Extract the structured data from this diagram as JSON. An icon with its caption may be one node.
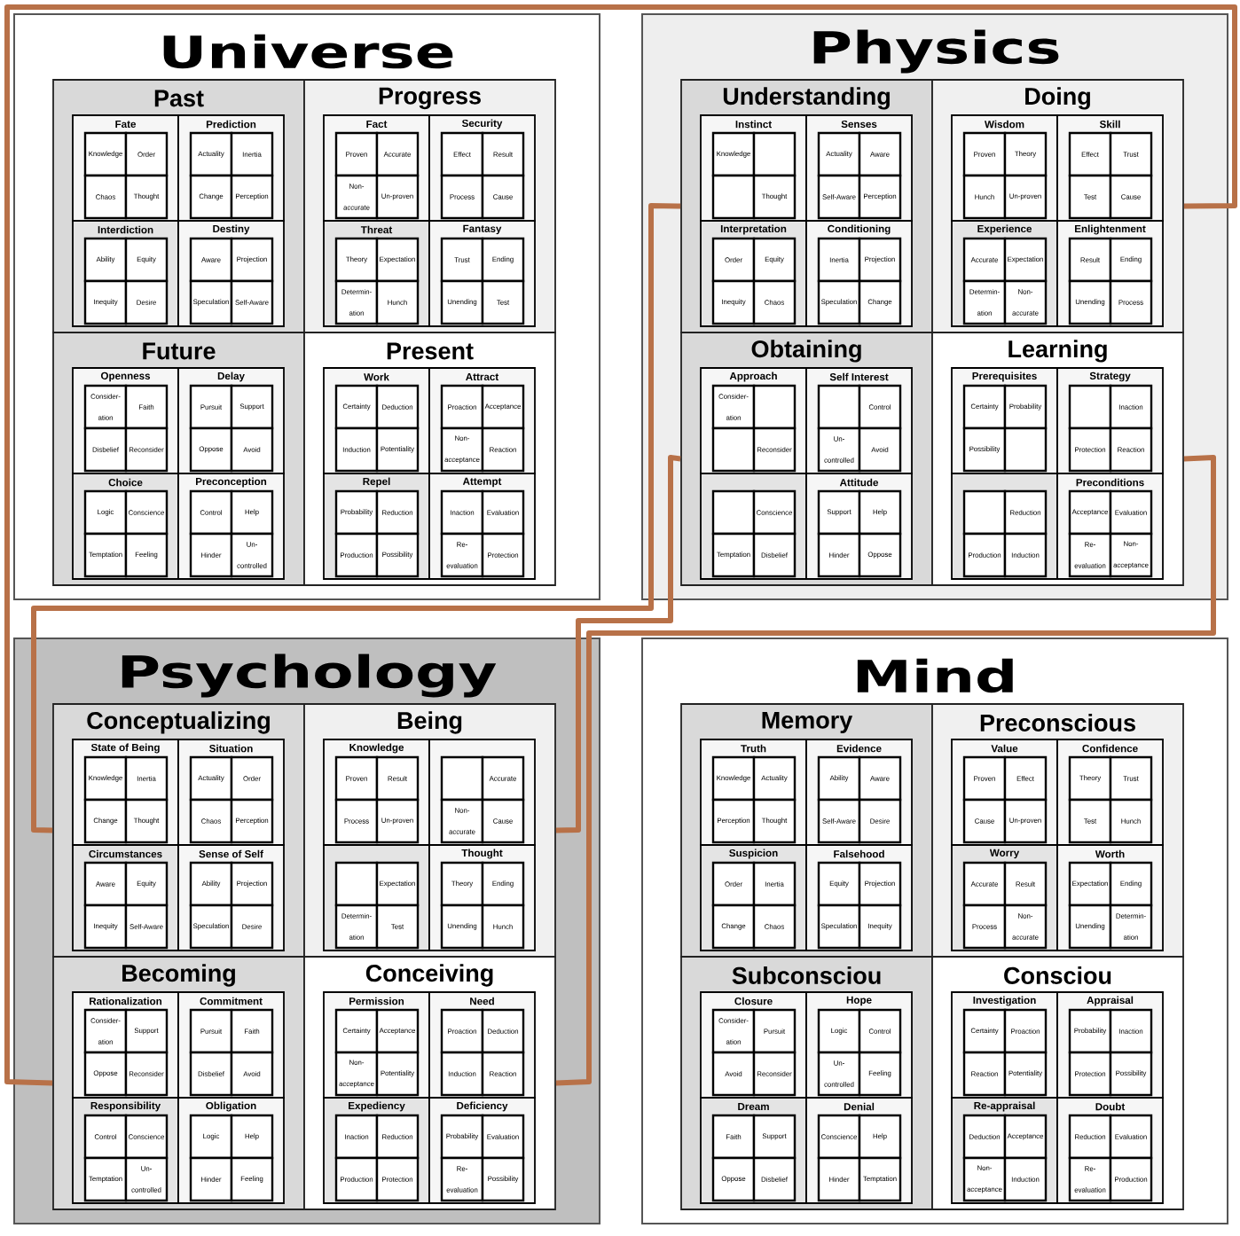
{
  "diagram": {
    "nodes": [
      {
        "text": [
          "Universe"
        ]
      },
      {
        "text": [
          "Past"
        ],
        "in": 0
      },
      {
        "text": [
          "Fate"
        ],
        "in": 1
      },
      {
        "text": [
          "Knowledge"
        ],
        "in": 2
      },
      {
        "text": [
          "Order"
        ],
        "in": 2
      },
      {
        "text": [
          "Chaos"
        ],
        "in": 2
      },
      {
        "text": [
          "Thought"
        ],
        "in": 2
      },
      {
        "text": [
          "Prediction"
        ],
        "in": 1
      },
      {
        "text": [
          "Actuality"
        ],
        "in": 7
      },
      {
        "text": [
          "Inertia"
        ],
        "in": 7
      },
      {
        "text": [
          "Change"
        ],
        "in": 7
      },
      {
        "text": [
          "Perception"
        ],
        "in": 7
      },
      {
        "text": [
          "Interdiction"
        ],
        "in": 1
      },
      {
        "text": [
          "Ability"
        ],
        "in": 12
      },
      {
        "text": [
          "Equity"
        ],
        "in": 12
      },
      {
        "text": [
          "Inequity"
        ],
        "in": 12
      },
      {
        "text": [
          "Desire"
        ],
        "in": 12
      },
      {
        "text": [
          "Destiny"
        ],
        "in": 1
      },
      {
        "text": [
          "Aware"
        ],
        "in": 17
      },
      {
        "text": [
          "Projection"
        ],
        "in": 17
      },
      {
        "text": [
          "Speculation"
        ],
        "in": 17
      },
      {
        "text": [
          "Self-Aware"
        ],
        "in": 17
      },
      {
        "text": [
          "Progress"
        ],
        "in": 0
      },
      {
        "text": [
          "Fact"
        ],
        "in": 22
      },
      {
        "text": [
          "Proven"
        ],
        "in": 23
      },
      {
        "text": [
          "Accurate"
        ],
        "in": 23
      },
      {
        "text": [
          "Non-accurate"
        ],
        "in": 23
      },
      {
        "text": [
          "Un-proven"
        ],
        "in": 23
      },
      {
        "text": [
          "Security"
        ],
        "in": 22
      },
      {
        "text": [
          "Effect"
        ],
        "in": 28
      },
      {
        "text": [
          "Result"
        ],
        "in": 28
      },
      {
        "text": [
          "Process"
        ],
        "in": 28
      },
      {
        "text": [
          "Cause"
        ],
        "in": 28
      },
      {
        "text": [
          "Threat"
        ],
        "in": 22
      },
      {
        "text": [
          "Theory"
        ],
        "in": 33
      },
      {
        "text": [
          "Expectation"
        ],
        "in": 33
      },
      {
        "text": [
          "Determin-ation"
        ],
        "in": 33
      },
      {
        "text": [
          "Hunch"
        ],
        "in": 33
      },
      {
        "text": [
          "Fantasy"
        ],
        "in": 22
      },
      {
        "text": [
          "Trust"
        ],
        "in": 38
      },
      {
        "text": [
          "Ending"
        ],
        "in": 38
      },
      {
        "text": [
          "Unending"
        ],
        "in": 38
      },
      {
        "text": [
          "Test"
        ],
        "in": 38
      },
      {
        "text": [
          "Future"
        ],
        "in": 0
      },
      {
        "text": [
          "Openness"
        ],
        "in": 43
      },
      {
        "text": [
          "Consider-ation"
        ],
        "in": 44
      },
      {
        "text": [
          "Faith"
        ],
        "in": 44
      },
      {
        "text": [
          "Disbelief"
        ],
        "in": 44
      },
      {
        "text": [
          "Reconsider"
        ],
        "in": 44
      },
      {
        "text": [
          "Delay"
        ],
        "in": 43
      },
      {
        "text": [
          "Pursuit"
        ],
        "in": 49
      },
      {
        "text": [
          "Support"
        ],
        "in": 49
      },
      {
        "text": [
          "Oppose"
        ],
        "in": 49
      },
      {
        "text": [
          "Avoid"
        ],
        "in": 49
      },
      {
        "text": [
          "Choice"
        ],
        "in": 43
      },
      {
        "text": [
          "Logic"
        ],
        "in": 54
      },
      {
        "text": [
          "Conscience"
        ],
        "in": 54
      },
      {
        "text": [
          "Temptation"
        ],
        "in": 54
      },
      {
        "text": [
          "Feeling"
        ],
        "in": 54
      },
      {
        "text": [
          "Preconception"
        ],
        "in": 43
      },
      {
        "text": [
          "Control"
        ],
        "in": 59
      },
      {
        "text": [
          "Help"
        ],
        "in": 59
      },
      {
        "text": [
          "Hinder"
        ],
        "in": 59
      },
      {
        "text": [
          "Un-controlled"
        ],
        "in": 59
      },
      {
        "text": [
          "Present"
        ],
        "in": 0
      },
      {
        "text": [
          "Work"
        ],
        "in": 64
      },
      {
        "text": [
          "Certainty"
        ],
        "in": 65
      },
      {
        "text": [
          "Deduction"
        ],
        "in": 65
      },
      {
        "text": [
          "Induction"
        ],
        "in": 65
      },
      {
        "text": [
          "Potentiality"
        ],
        "in": 65
      },
      {
        "text": [
          "Attract"
        ],
        "in": 64
      },
      {
        "text": [
          "Proaction"
        ],
        "in": 70
      },
      {
        "text": [
          "Acceptance"
        ],
        "in": 70
      },
      {
        "text": [
          "Non-acceptance"
        ],
        "in": 70
      },
      {
        "text": [
          "Reaction"
        ],
        "in": 70
      },
      {
        "text": [
          "Repel"
        ],
        "in": 64
      },
      {
        "text": [
          "Probability"
        ],
        "in": 75
      },
      {
        "text": [
          "Reduction"
        ],
        "in": 75
      },
      {
        "text": [
          "Production"
        ],
        "in": 75
      },
      {
        "text": [
          "Possibility"
        ],
        "in": 75
      },
      {
        "text": [
          "Attempt"
        ],
        "in": 64
      },
      {
        "text": [
          "Inaction"
        ],
        "in": 80
      },
      {
        "text": [
          "Evaluation"
        ],
        "in": 80
      },
      {
        "text": [
          "Re-evaluation"
        ],
        "in": 80
      },
      {
        "text": [
          "Protection"
        ],
        "in": 80
      },
      {
        "text": [
          "Physics"
        ]
      },
      {
        "text": [
          "Understanding"
        ],
        "in": 85
      },
      {
        "text": [
          "Instinct"
        ],
        "in": 86
      },
      {
        "text": [
          "Knowledge"
        ],
        "in": 87
      },
      {
        "text": [],
        "shape": "box",
        "in": 87
      },
      {
        "text": [],
        "shape": "box",
        "in": 87
      },
      {
        "text": [
          "Thought"
        ],
        "in": 87
      },
      {
        "text": [
          "Senses"
        ],
        "in": 86
      },
      {
        "text": [
          "Actuality"
        ],
        "in": 92
      },
      {
        "text": [
          "Aware"
        ],
        "in": 92
      },
      {
        "text": [
          "Self-Aware"
        ],
        "in": 92
      },
      {
        "text": [
          "Perception"
        ],
        "in": 92
      },
      {
        "text": [
          "Interpretation"
        ],
        "in": 86
      },
      {
        "text": [
          "Order"
        ],
        "in": 97
      },
      {
        "text": [
          "Equity"
        ],
        "in": 97
      },
      {
        "text": [
          "Inequity"
        ],
        "in": 97
      },
      {
        "text": [
          "Chaos"
        ],
        "in": 97
      },
      {
        "text": [
          "Conditioning"
        ],
        "in": 86
      },
      {
        "text": [
          "Inertia"
        ],
        "in": 102
      },
      {
        "text": [
          "Projection"
        ],
        "in": 102
      },
      {
        "text": [
          "Speculation"
        ],
        "in": 102
      },
      {
        "text": [
          "Change"
        ],
        "in": 102
      },
      {
        "text": [
          "Doing"
        ],
        "in": 85
      },
      {
        "text": [
          "Wisdom"
        ],
        "in": 107
      },
      {
        "text": [
          "Proven"
        ],
        "in": 108
      },
      {
        "text": [
          "Theory"
        ],
        "in": 108
      },
      {
        "text": [
          "Hunch"
        ],
        "in": 108
      },
      {
        "text": [
          "Un-proven"
        ],
        "in": 108
      },
      {
        "text": [
          "Skill"
        ],
        "in": 107
      },
      {
        "text": [
          "Effect"
        ],
        "in": 113
      },
      {
        "text": [
          "Trust"
        ],
        "in": 113
      },
      {
        "text": [
          "Test"
        ],
        "in": 113
      },
      {
        "text": [
          "Cause"
        ],
        "in": 113
      },
      {
        "text": [
          "Experience"
        ],
        "in": 107
      },
      {
        "text": [
          "Accurate"
        ],
        "in": 118
      },
      {
        "text": [
          "Expectation"
        ],
        "in": 118
      },
      {
        "text": [
          "Determin-ation"
        ],
        "in": 118
      },
      {
        "text": [
          "Non-accurate"
        ],
        "in": 118
      },
      {
        "text": [
          "Enlightenment"
        ],
        "in": 107
      },
      {
        "text": [
          "Result"
        ],
        "in": 123
      },
      {
        "text": [
          "Ending"
        ],
        "in": 123
      },
      {
        "text": [
          "Unending"
        ],
        "in": 123
      },
      {
        "text": [
          "Process"
        ],
        "in": 123
      },
      {
        "text": [
          "Obtaining"
        ],
        "in": 85
      },
      {
        "text": [
          "Approach"
        ],
        "in": 128
      },
      {
        "text": [
          "Consider-ation"
        ],
        "in": 129
      },
      {
        "text": [],
        "shape": "box",
        "in": 129
      },
      {
        "text": [],
        "shape": "box",
        "in": 129
      },
      {
        "text": [
          "Reconsider"
        ],
        "in": 129
      },
      {
        "text": [
          "Self Interest"
        ],
        "in": 128
      },
      {
        "text": [],
        "shape": "box",
        "in": 134
      },
      {
        "text": [
          "Control"
        ],
        "in": 134
      },
      {
        "text": [
          "Un-controlled"
        ],
        "in": 134
      },
      {
        "text": [
          "Avoid"
        ],
        "in": 134
      },
      {
        "text": [],
        "shape": "box",
        "in": 128
      },
      {
        "text": [],
        "shape": "box",
        "in": 139
      },
      {
        "text": [
          "Conscience"
        ],
        "in": 139
      },
      {
        "text": [
          "Temptation"
        ],
        "in": 139
      },
      {
        "text": [
          "Disbelief"
        ],
        "in": 139
      },
      {
        "text": [
          "Attitude"
        ],
        "in": 128
      },
      {
        "text": [
          "Support"
        ],
        "in": 144
      },
      {
        "text": [
          "Help"
        ],
        "in": 144
      },
      {
        "text": [
          "Hinder"
        ],
        "in": 144
      },
      {
        "text": [
          "Oppose"
        ],
        "in": 144
      },
      {
        "text": [
          "Learning"
        ],
        "in": 85
      },
      {
        "text": [
          "Prerequisites"
        ],
        "in": 149
      },
      {
        "text": [
          "Certainty"
        ],
        "in": 150
      },
      {
        "text": [
          "Probability"
        ],
        "in": 150
      },
      {
        "text": [
          "Possibility"
        ],
        "in": 150
      },
      {
        "text": [],
        "shape": "box",
        "in": 150
      },
      {
        "text": [
          "Strategy"
        ],
        "in": 149
      },
      {
        "text": [],
        "shape": "box",
        "in": 155
      },
      {
        "text": [
          "Inaction"
        ],
        "in": 155
      },
      {
        "text": [
          "Protection"
        ],
        "in": 155
      },
      {
        "text": [
          "Reaction"
        ],
        "in": 155
      },
      {
        "text": [],
        "shape": "box",
        "in": 149
      },
      {
        "text": [],
        "shape": "box",
        "in": 160
      },
      {
        "text": [
          "Reduction"
        ],
        "in": 160
      },
      {
        "text": [
          "Production"
        ],
        "in": 160
      },
      {
        "text": [
          "Induction"
        ],
        "in": 160
      },
      {
        "text": [
          "Preconditions"
        ],
        "in": 149
      },
      {
        "text": [
          "Acceptance"
        ],
        "in": 165
      },
      {
        "text": [
          "Evaluation"
        ],
        "in": 165
      },
      {
        "text": [
          "Re-evaluation"
        ],
        "in": 165
      },
      {
        "text": [
          "Non-acceptance"
        ],
        "in": 165
      },
      {
        "text": [
          "Psychology"
        ]
      },
      {
        "text": [
          "Conceptualizing"
        ],
        "in": 170
      },
      {
        "text": [
          "State of Being"
        ],
        "in": 171
      },
      {
        "text": [
          "Knowledge"
        ],
        "in": 172
      },
      {
        "text": [
          "Inertia"
        ],
        "in": 172
      },
      {
        "text": [
          "Change"
        ],
        "in": 172
      },
      {
        "text": [
          "Thought"
        ],
        "in": 172
      },
      {
        "text": [
          "Situation"
        ],
        "in": 171
      },
      {
        "text": [
          "Actuality"
        ],
        "in": 177
      },
      {
        "text": [
          "Order"
        ],
        "in": 177
      },
      {
        "text": [
          "Chaos"
        ],
        "in": 177
      },
      {
        "text": [
          "Perception"
        ],
        "in": 177
      },
      {
        "text": [
          "Circumstances"
        ],
        "in": 171
      },
      {
        "text": [
          "Aware"
        ],
        "in": 182
      },
      {
        "text": [
          "Equity"
        ],
        "in": 182
      },
      {
        "text": [
          "Inequity"
        ],
        "in": 182
      },
      {
        "text": [
          "Self-Aware"
        ],
        "in": 182
      },
      {
        "text": [
          "Sense of Self"
        ],
        "in": 171
      },
      {
        "text": [
          "Ability"
        ],
        "in": 187
      },
      {
        "text": [
          "Projection"
        ],
        "in": 187
      },
      {
        "text": [
          "Speculation"
        ],
        "in": 187
      },
      {
        "text": [
          "Desire"
        ],
        "in": 187
      },
      {
        "text": [
          "Being"
        ],
        "in": 170
      },
      {
        "text": [
          "Knowledge"
        ],
        "in": 192
      },
      {
        "text": [
          "Proven"
        ],
        "in": 193
      },
      {
        "text": [
          "Result"
        ],
        "in": 193
      },
      {
        "text": [
          "Process"
        ],
        "in": 193
      },
      {
        "text": [
          "Un-proven"
        ],
        "in": 193
      },
      {
        "text": [],
        "shape": "box",
        "in": 192
      },
      {
        "text": [],
        "shape": "box",
        "in": 198
      },
      {
        "text": [
          "Accurate"
        ],
        "in": 198
      },
      {
        "text": [
          "Non-accurate"
        ],
        "in": 198
      },
      {
        "text": [
          "Cause"
        ],
        "in": 198
      },
      {
        "text": [],
        "shape": "box",
        "in": 192
      },
      {
        "text": [],
        "shape": "box",
        "in": 203
      },
      {
        "text": [
          "Expectation"
        ],
        "in": 203
      },
      {
        "text": [
          "Determin-ation"
        ],
        "in": 203
      },
      {
        "text": [
          "Test"
        ],
        "in": 203
      },
      {
        "text": [
          "Thought"
        ],
        "in": 192
      },
      {
        "text": [
          "Theory"
        ],
        "in": 208
      },
      {
        "text": [
          "Ending"
        ],
        "in": 208
      },
      {
        "text": [
          "Unending"
        ],
        "in": 208
      },
      {
        "text": [
          "Hunch"
        ],
        "in": 208
      },
      {
        "text": [
          "Becoming"
        ],
        "in": 170
      },
      {
        "text": [
          "Rationalization"
        ],
        "in": 213
      },
      {
        "text": [
          "Consider-ation"
        ],
        "in": 214
      },
      {
        "text": [
          "Support"
        ],
        "in": 214
      },
      {
        "text": [
          "Oppose"
        ],
        "in": 214
      },
      {
        "text": [
          "Reconsider"
        ],
        "in": 214
      },
      {
        "text": [
          "Commitment"
        ],
        "in": 213
      },
      {
        "text": [
          "Pursuit"
        ],
        "in": 219
      },
      {
        "text": [
          "Faith"
        ],
        "in": 219
      },
      {
        "text": [
          "Disbelief"
        ],
        "in": 219
      },
      {
        "text": [
          "Avoid"
        ],
        "in": 219
      },
      {
        "text": [
          "Responsibility"
        ],
        "in": 213
      },
      {
        "text": [
          "Control"
        ],
        "in": 224
      },
      {
        "text": [
          "Conscience"
        ],
        "in": 224
      },
      {
        "text": [
          "Temptation"
        ],
        "in": 224
      },
      {
        "text": [
          "Un-controlled"
        ],
        "in": 224
      },
      {
        "text": [
          "Obligation"
        ],
        "in": 213
      },
      {
        "text": [
          "Logic"
        ],
        "in": 229
      },
      {
        "text": [
          "Help"
        ],
        "in": 229
      },
      {
        "text": [
          "Hinder"
        ],
        "in": 229
      },
      {
        "text": [
          "Feeling"
        ],
        "in": 229
      },
      {
        "text": [
          "Conceiving"
        ],
        "in": 170
      },
      {
        "text": [
          "Permission"
        ],
        "in": 234
      },
      {
        "text": [
          "Certainty"
        ],
        "in": 235
      },
      {
        "text": [
          "Acceptance"
        ],
        "in": 235
      },
      {
        "text": [
          "Non-acceptance"
        ],
        "in": 235
      },
      {
        "text": [
          "Potentiality"
        ],
        "in": 235
      },
      {
        "text": [
          "Need"
        ],
        "in": 234
      },
      {
        "text": [
          "Proaction"
        ],
        "in": 240
      },
      {
        "text": [
          "Deduction"
        ],
        "in": 240
      },
      {
        "text": [
          "Induction"
        ],
        "in": 240
      },
      {
        "text": [
          "Reaction"
        ],
        "in": 240
      },
      {
        "text": [
          "Expediency"
        ],
        "in": 234
      },
      {
        "text": [
          "Inaction"
        ],
        "in": 245
      },
      {
        "text": [
          "Reduction"
        ],
        "in": 245
      },
      {
        "text": [
          "Production"
        ],
        "in": 245
      },
      {
        "text": [
          "Protection"
        ],
        "in": 245
      },
      {
        "text": [
          "Deficiency"
        ],
        "in": 234
      },
      {
        "text": [
          "Probability"
        ],
        "in": 250
      },
      {
        "text": [
          "Evaluation"
        ],
        "in": 250
      },
      {
        "text": [
          "Re-evaluation"
        ],
        "in": 250
      },
      {
        "text": [
          "Possibility"
        ],
        "in": 250
      },
      {
        "text": [
          "Mind"
        ]
      },
      {
        "text": [
          "Memory"
        ],
        "in": 255
      },
      {
        "text": [
          "Truth"
        ],
        "in": 256
      },
      {
        "text": [
          "Knowledge"
        ],
        "in": 257
      },
      {
        "text": [
          "Actuality"
        ],
        "in": 257
      },
      {
        "text": [
          "Perception"
        ],
        "in": 257
      },
      {
        "text": [
          "Thought"
        ],
        "in": 257
      },
      {
        "text": [
          "Evidence"
        ],
        "in": 256
      },
      {
        "text": [
          "Ability"
        ],
        "in": 262
      },
      {
        "text": [
          "Aware"
        ],
        "in": 262
      },
      {
        "text": [
          "Self-Aware"
        ],
        "in": 262
      },
      {
        "text": [
          "Desire"
        ],
        "in": 262
      },
      {
        "text": [
          "Suspicion"
        ],
        "in": 256
      },
      {
        "text": [
          "Order"
        ],
        "in": 267
      },
      {
        "text": [
          "Inertia"
        ],
        "in": 267
      },
      {
        "text": [
          "Change"
        ],
        "in": 267
      },
      {
        "text": [
          "Chaos"
        ],
        "in": 267
      },
      {
        "text": [
          "Falsehood"
        ],
        "in": 256
      },
      {
        "text": [
          "Equity"
        ],
        "in": 272
      },
      {
        "text": [
          "Projection"
        ],
        "in": 272
      },
      {
        "text": [
          "Speculation"
        ],
        "in": 272
      },
      {
        "text": [
          "Inequity"
        ],
        "in": 272
      },
      {
        "text": [
          "Preconscious"
        ],
        "in": 255
      },
      {
        "text": [
          "Value"
        ],
        "in": 277
      },
      {
        "text": [
          "Proven"
        ],
        "in": 278
      },
      {
        "text": [
          "Effect"
        ],
        "in": 278
      },
      {
        "text": [
          "Cause"
        ],
        "in": 278
      },
      {
        "text": [
          "Un-proven"
        ],
        "in": 278
      },
      {
        "text": [
          "Confidence"
        ],
        "in": 277
      },
      {
        "text": [
          "Theory"
        ],
        "in": 283
      },
      {
        "text": [
          "Trust"
        ],
        "in": 283
      },
      {
        "text": [
          "Test"
        ],
        "in": 283
      },
      {
        "text": [
          "Hunch"
        ],
        "in": 283
      },
      {
        "text": [
          "Worry"
        ],
        "in": 277
      },
      {
        "text": [
          "Accurate"
        ],
        "in": 288
      },
      {
        "text": [
          "Result"
        ],
        "in": 288
      },
      {
        "text": [
          "Process"
        ],
        "in": 288
      },
      {
        "text": [
          "Non-accurate"
        ],
        "in": 288
      },
      {
        "text": [
          "Worth"
        ],
        "in": 277
      },
      {
        "text": [
          "Expectation"
        ],
        "in": 293
      },
      {
        "text": [
          "Ending"
        ],
        "in": 293
      },
      {
        "text": [
          "Unending"
        ],
        "in": 293
      },
      {
        "text": [
          "Determin-ation"
        ],
        "in": 293
      },
      {
        "text": [
          "Subconsciou"
        ],
        "in": 255
      },
      {
        "text": [
          "Closure"
        ],
        "in": 298
      },
      {
        "text": [
          "Consider-ation"
        ],
        "in": 299
      },
      {
        "text": [
          "Pursuit"
        ],
        "in": 299
      },
      {
        "text": [
          "Avoid"
        ],
        "in": 299
      },
      {
        "text": [
          "Reconsider"
        ],
        "in": 299
      },
      {
        "text": [
          "Hope"
        ],
        "in": 298
      },
      {
        "text": [
          "Logic"
        ],
        "in": 304
      },
      {
        "text": [
          "Control"
        ],
        "in": 304
      },
      {
        "text": [
          "Un-controlled"
        ],
        "in": 304
      },
      {
        "text": [
          "Feeling"
        ],
        "in": 304
      },
      {
        "text": [
          "Dream"
        ],
        "in": 298
      },
      {
        "text": [
          "Faith"
        ],
        "in": 309
      },
      {
        "text": [
          "Support"
        ],
        "in": 309
      },
      {
        "text": [
          "Oppose"
        ],
        "in": 309
      },
      {
        "text": [
          "Disbelief"
        ],
        "in": 309
      },
      {
        "text": [
          "Denial"
        ],
        "in": 298
      },
      {
        "text": [
          "Conscience"
        ],
        "in": 314
      },
      {
        "text": [
          "Help"
        ],
        "in": 314
      },
      {
        "text": [
          "Hinder"
        ],
        "in": 314
      },
      {
        "text": [
          "Temptation"
        ],
        "in": 314
      },
      {
        "text": [
          "Consciou"
        ],
        "in": 255
      },
      {
        "text": [
          "Investigation"
        ],
        "in": 319
      },
      {
        "text": [
          "Certainty"
        ],
        "in": 320
      },
      {
        "text": [
          "Proaction"
        ],
        "in": 320
      },
      {
        "text": [
          "Reaction"
        ],
        "in": 320
      },
      {
        "text": [
          "Potentiality"
        ],
        "in": 320
      },
      {
        "text": [
          "Appraisal"
        ],
        "in": 319
      },
      {
        "text": [
          "Probability"
        ],
        "in": 325
      },
      {
        "text": [
          "Inaction"
        ],
        "in": 325
      },
      {
        "text": [
          "Protection"
        ],
        "in": 325
      },
      {
        "text": [
          "Possibility"
        ],
        "in": 325
      },
      {
        "text": [
          "Re-appraisal"
        ],
        "in": 319
      },
      {
        "text": [
          "Deduction"
        ],
        "in": 330
      },
      {
        "text": [
          "Acceptance"
        ],
        "in": 330
      },
      {
        "text": [
          "Non-acceptance"
        ],
        "in": 330
      },
      {
        "text": [
          "Induction"
        ],
        "in": 330
      },
      {
        "text": [
          "Doubt"
        ],
        "in": 319
      },
      {
        "text": [
          "Reduction"
        ],
        "in": 335
      },
      {
        "text": [
          "Evaluation"
        ],
        "in": 335
      },
      {
        "text": [
          "Re-evaluation"
        ],
        "in": 335
      },
      {
        "text": [
          "Production"
        ],
        "in": 335
      }
    ],
    "edges": [
      {
        "from": 171,
        "to": 86,
        "arrow": "none"
      },
      {
        "from": 213,
        "to": 107,
        "arrow": "none"
      },
      {
        "from": 192,
        "to": 128,
        "arrow": "none"
      },
      {
        "from": 234,
        "to": 149,
        "arrow": "none"
      }
    ]
  }
}
